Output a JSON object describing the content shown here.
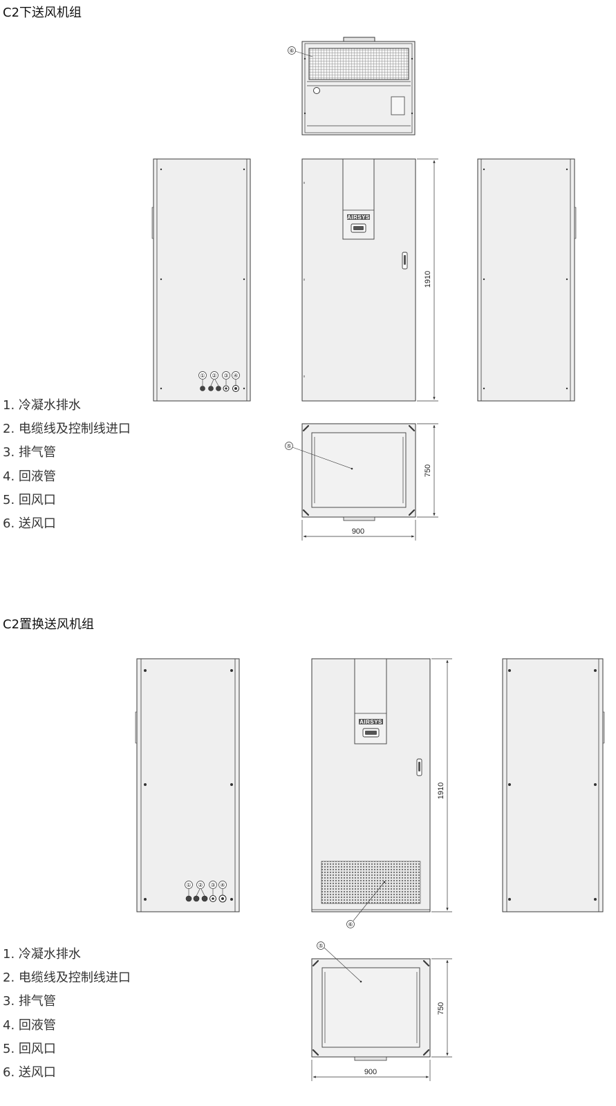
{
  "sections": [
    {
      "title": "C2下送风机组",
      "legend": [
        "1. 冷凝水排水",
        "2. 电缆线及控制线进口",
        "3. 排气管",
        "4. 回液管",
        "5. 回风口",
        "6. 送风口"
      ],
      "dims": {
        "height": "1910",
        "depth": "750",
        "width": "900"
      }
    },
    {
      "title": "C2置换送风机组",
      "legend": [
        "1. 冷凝水排水",
        "2. 电缆线及控制线进口",
        "3. 排气管",
        "4. 回液管",
        "5. 回风口",
        "6. 送风口"
      ],
      "dims": {
        "height": "1910",
        "depth": "750",
        "width": "900"
      }
    }
  ],
  "callouts": [
    "①",
    "②",
    "③",
    "④",
    "⑤",
    "⑥"
  ],
  "brand_logo": "AIRSYS",
  "colors": {
    "panel_fill": "#efefef",
    "line": "#3a3a3a",
    "grille": "#8a8a8a",
    "logo_bg": "#555555"
  }
}
